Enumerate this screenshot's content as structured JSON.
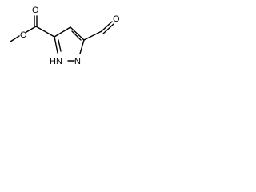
{
  "structure": {
    "atoms": {
      "carbonyl_oxygen": "O",
      "ester_oxygen": "O",
      "aldehyde_oxygen": "O",
      "nh_nitrogen": "HN",
      "ring_nitrogen": "N"
    }
  }
}
